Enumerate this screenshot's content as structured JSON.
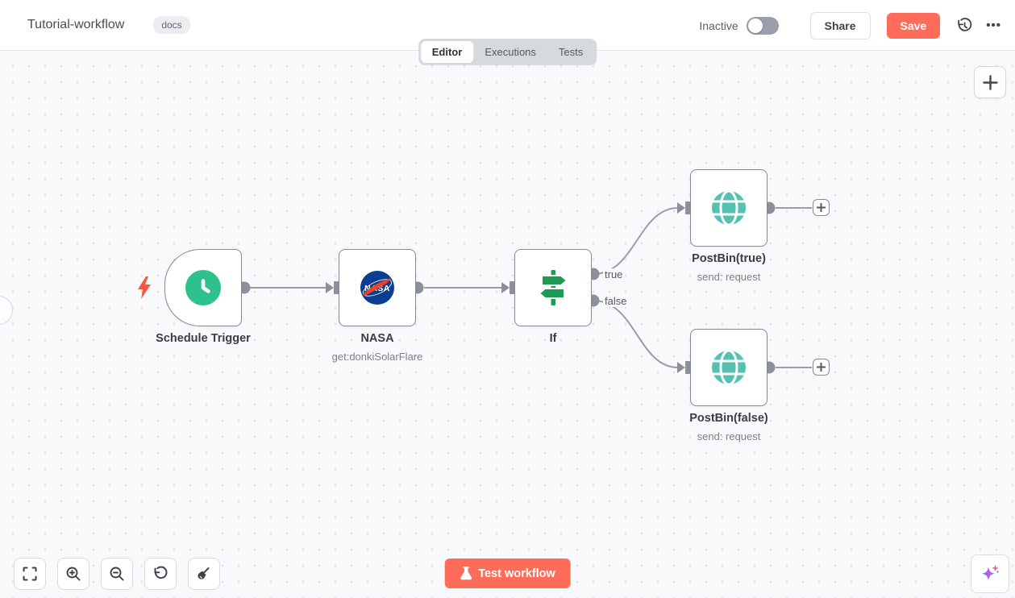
{
  "header": {
    "title": "Tutorial-workflow",
    "tag": "docs",
    "status": "Inactive",
    "share": "Share",
    "save": "Save"
  },
  "tabs": {
    "editor": "Editor",
    "executions": "Executions",
    "tests": "Tests",
    "active": "Editor"
  },
  "nodes": [
    {
      "name": "Schedule Trigger",
      "icon": "clock-icon",
      "type": "schedule-trigger"
    },
    {
      "name": "NASA",
      "subtitle": "get:donkiSolarFlare",
      "icon": "nasa-logo-icon",
      "type": "nasa"
    },
    {
      "name": "If",
      "icon": "signpost-icon",
      "type": "if",
      "outputs": [
        "true",
        "false"
      ]
    },
    {
      "name": "PostBin(true)",
      "subtitle": "send: request",
      "icon": "globe-icon",
      "type": "postbin"
    },
    {
      "name": "PostBin(false)",
      "subtitle": "send: request",
      "icon": "globe-icon",
      "type": "postbin"
    }
  ],
  "footer": {
    "test_button": "Test workflow"
  },
  "icons": [
    "lightning-bolt-icon",
    "history-icon",
    "ellipsis-icon",
    "plus-icon",
    "fit-view-icon",
    "zoom-in-icon",
    "zoom-out-icon",
    "reset-zoom-icon",
    "tidy-up-icon",
    "flask-icon",
    "ai-sparkle-icon"
  ],
  "colors": {
    "accent": "#ff6d5a",
    "node_border": "#878a94",
    "connector": "#989da6",
    "trigger_green": "#2fc18c",
    "if_green": "#1d9b52",
    "globe_teal": "#54c1b3",
    "nasa_blue": "#0b3d91",
    "nasa_red": "#fc3d21",
    "canvas_bg": "#f8f9fb"
  }
}
